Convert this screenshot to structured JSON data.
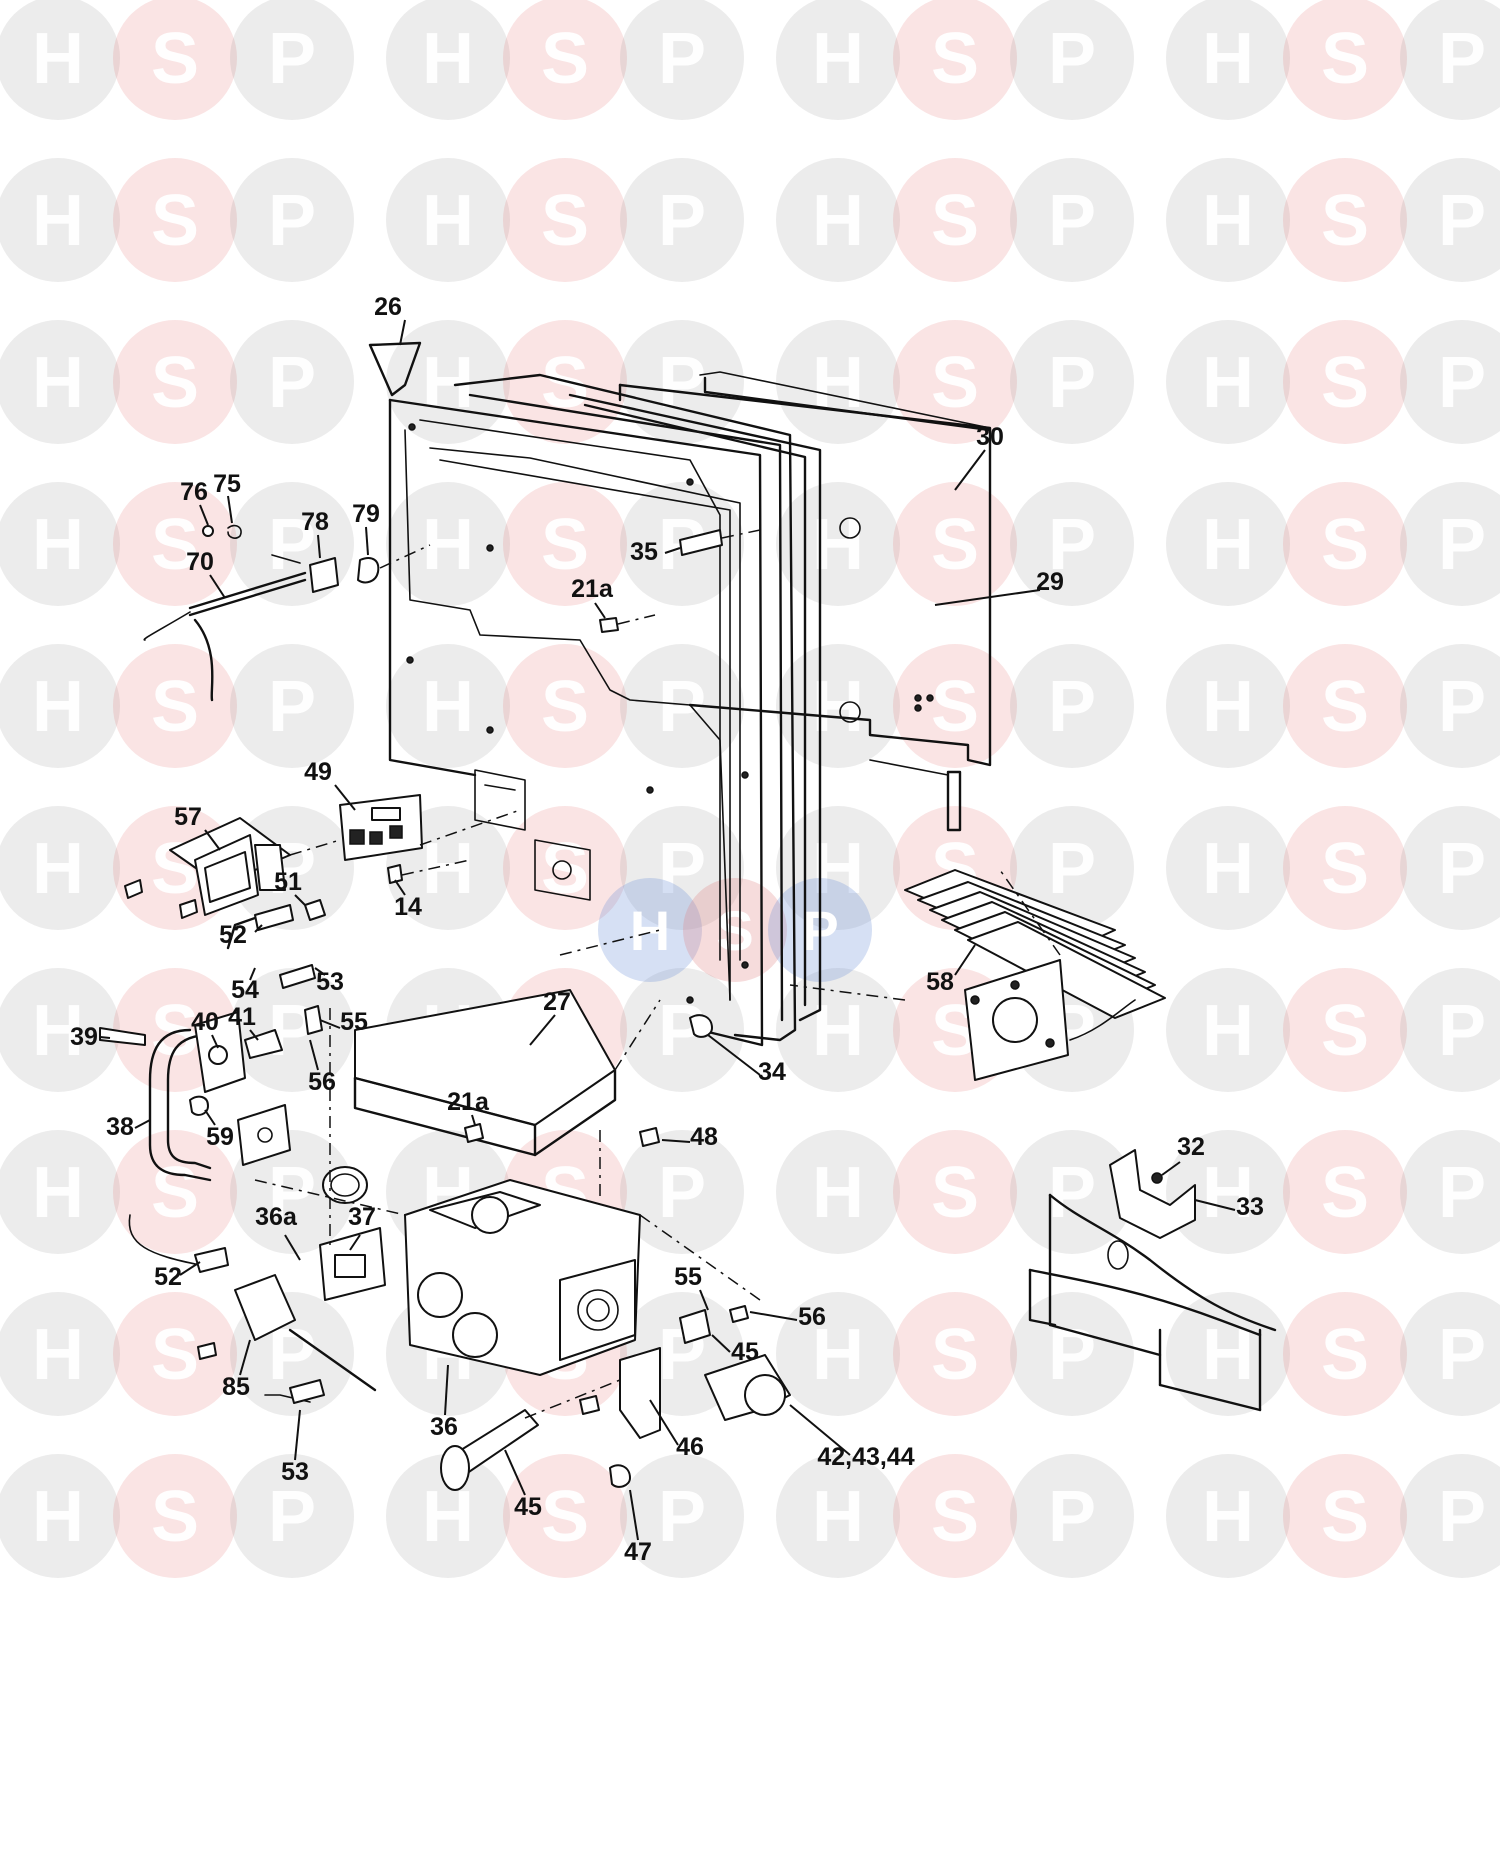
{
  "watermark": {
    "letters": [
      "H",
      "S",
      "P"
    ],
    "colors": {
      "H": "#8a8a8a",
      "S": "#e05a5a",
      "P": "#8a8a8a"
    },
    "center_logo_colors": [
      "#6b8fd6",
      "#e08080",
      "#6b8fd6"
    ]
  },
  "callouts": [
    {
      "id": "c26",
      "text": "26"
    },
    {
      "id": "c30",
      "text": "30"
    },
    {
      "id": "c29",
      "text": "29"
    },
    {
      "id": "c76",
      "text": "76"
    },
    {
      "id": "c75",
      "text": "75"
    },
    {
      "id": "c70",
      "text": "70"
    },
    {
      "id": "c78",
      "text": "78"
    },
    {
      "id": "c79",
      "text": "79"
    },
    {
      "id": "c35",
      "text": "35"
    },
    {
      "id": "c21a_top",
      "text": "21a"
    },
    {
      "id": "c49",
      "text": "49"
    },
    {
      "id": "c57",
      "text": "57"
    },
    {
      "id": "c51",
      "text": "51"
    },
    {
      "id": "c52_top",
      "text": "52"
    },
    {
      "id": "c14",
      "text": "14"
    },
    {
      "id": "c54",
      "text": "54"
    },
    {
      "id": "c53_top",
      "text": "53"
    },
    {
      "id": "c58",
      "text": "58"
    },
    {
      "id": "c39",
      "text": "39"
    },
    {
      "id": "c40",
      "text": "40"
    },
    {
      "id": "c41",
      "text": "41"
    },
    {
      "id": "c55_top",
      "text": "55"
    },
    {
      "id": "c56_top",
      "text": "56"
    },
    {
      "id": "c27",
      "text": "27"
    },
    {
      "id": "c34",
      "text": "34"
    },
    {
      "id": "c38",
      "text": "38"
    },
    {
      "id": "c59",
      "text": "59"
    },
    {
      "id": "c21a_bottom",
      "text": "21a"
    },
    {
      "id": "c48",
      "text": "48"
    },
    {
      "id": "c32",
      "text": "32"
    },
    {
      "id": "c33",
      "text": "33"
    },
    {
      "id": "c36a",
      "text": "36a"
    },
    {
      "id": "c37",
      "text": "37"
    },
    {
      "id": "c52_bottom",
      "text": "52"
    },
    {
      "id": "c55_bottom",
      "text": "55"
    },
    {
      "id": "c56_bottom",
      "text": "56"
    },
    {
      "id": "c45_right",
      "text": "45"
    },
    {
      "id": "c85",
      "text": "85"
    },
    {
      "id": "c36",
      "text": "36"
    },
    {
      "id": "c46",
      "text": "46"
    },
    {
      "id": "c42_43_44",
      "text": "42,43,44"
    },
    {
      "id": "c53_bottom",
      "text": "53"
    },
    {
      "id": "c45_bottom",
      "text": "45"
    },
    {
      "id": "c47",
      "text": "47"
    }
  ]
}
